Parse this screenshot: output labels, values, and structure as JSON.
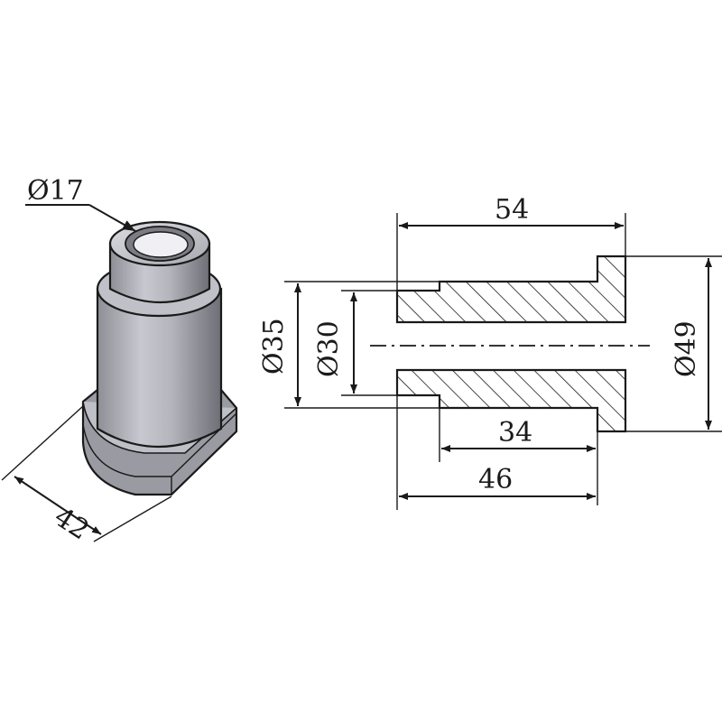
{
  "isometric_view": {
    "bore_diameter_label": "Ø17",
    "base_width_label": "42"
  },
  "section_view": {
    "overall_length_label": "54",
    "outer_diameter_label": "Ø35",
    "inner_diameter_label": "Ø30",
    "flange_diameter_label": "Ø49",
    "inner_length_label": "34",
    "shaft_length_label": "46"
  },
  "colors": {
    "line": "#1a1a1a",
    "body_dark": "#8c8c94",
    "body_light": "#d4d4dc",
    "background": "#ffffff"
  }
}
